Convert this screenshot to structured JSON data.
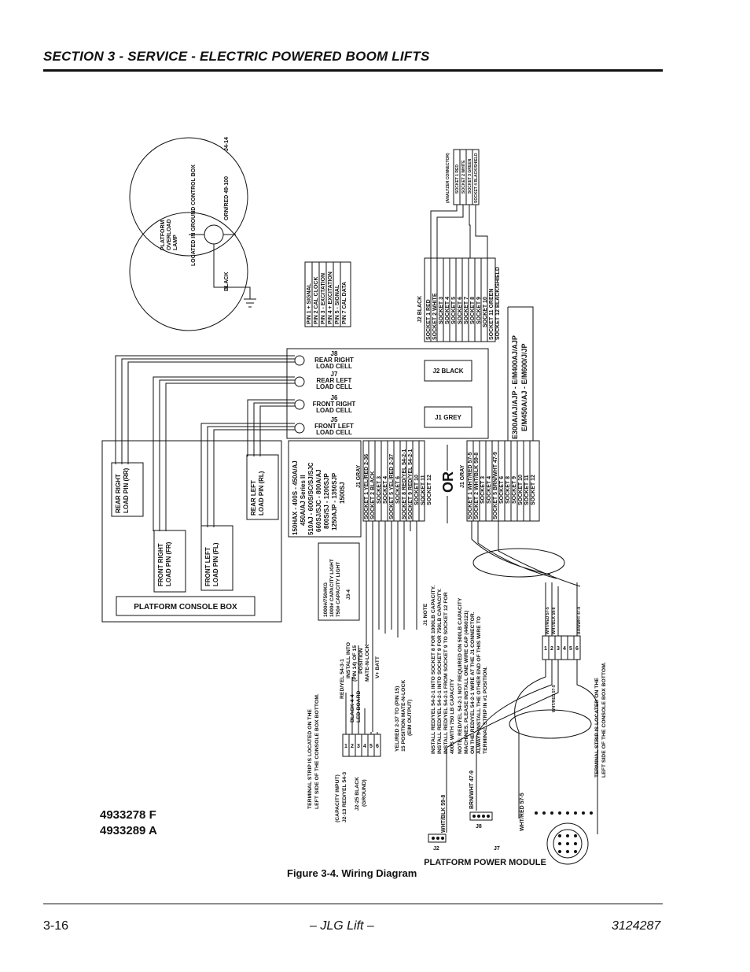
{
  "header": {
    "title": "SECTION 3 - SERVICE - ELECTRIC POWERED BOOM LIFTS"
  },
  "footer": {
    "page": "3-16",
    "brand": "– JLG Lift –",
    "doc": "3124287"
  },
  "caption": "Figure 3-4.  Wiring Diagram",
  "part_numbers": [
    "4933278 F",
    "4933289 A"
  ],
  "ground_box": {
    "title": "LOCATED IN GROUND CONTROL BOX",
    "lamp": [
      "PLATFORM",
      "OVERLOAD",
      "LAMP"
    ],
    "black": "BLACK",
    "orn": "ORN/RED 49-100",
    "ref": "J4-14"
  },
  "pin_table": [
    "PIN 1 + SIGNAL",
    "PIN 2 CAL CLOCK",
    "PIN 3 - EXCITATION",
    "PIN 4 + EXCITATION",
    "PIN 5 - SIGNAL",
    "PIN 7 CAL DATA"
  ],
  "analyzer": {
    "title": "(ANALYZER CONNECTOR)",
    "rows": [
      "SOCKET 1 RED",
      "SOCKET 2 WHITE",
      "SOCKET 3 GREEN",
      "SOCKET 4 BLACK/SHIELD"
    ]
  },
  "j2_table": {
    "title": "J2 BLACK",
    "rows": [
      "SOCKET 1 RED",
      "SOCKET 2 WHITE",
      "SOCKET 3",
      "SOCKET 4",
      "SOCKET 5",
      "SOCKET 6",
      "SOCKET 7",
      "SOCKET 8",
      "SOCKET 9",
      "SOCKET 10",
      "SOCKET 11 GREEN",
      "SOCKET 12 BLACK/SHIELD"
    ]
  },
  "models_b": [
    "E300A/AJ/AJP - E/M400AJ/AJP",
    "E/M450A/AJ - E/M600/J/JP"
  ],
  "load_cells": [
    {
      "id": "J8",
      "label": [
        "REAR RIGHT",
        "LOAD CELL"
      ]
    },
    {
      "id": "J7",
      "label": [
        "REAR LEFT",
        "LOAD CELL"
      ]
    },
    {
      "id": "J6",
      "label": [
        "FRONT RIGHT",
        "LOAD CELL"
      ]
    },
    {
      "id": "J5",
      "label": [
        "FRONT LEFT",
        "LOAD CELL"
      ]
    }
  ],
  "module_boxes": {
    "j2": "J2 BLACK",
    "j1": "J1 GREY"
  },
  "console": {
    "title": "PLATFORM CONSOLE BOX",
    "pins": [
      {
        "id": "rr",
        "label": [
          "REAR RIGHT",
          "LOAD PIN  (RR)"
        ]
      },
      {
        "id": "fr",
        "label": [
          "FRONT RIGHT",
          "LOAD PIN  (FR)"
        ]
      },
      {
        "id": "fl",
        "label": [
          "FRONT LEFT",
          "LOAD PIN  (FL)"
        ]
      },
      {
        "id": "rl",
        "label": [
          "REAR LEFT",
          "LOAD PIN  (RL)"
        ]
      }
    ]
  },
  "models_a": [
    "150HAX - 400S - 450A/AJ",
    "450A/AJ Series II",
    "510AJ - 600S/SC/SJ/SJC",
    "660SJ/SJC - 800A/AJ",
    "800S/SJ - 1200SJP",
    "1250AJP - 1350SJP",
    "1500SJ"
  ],
  "j1_a": {
    "title": "J1  GRAY",
    "rows": [
      "SOCKET 1 YEL/RED 2-36",
      "SOCKET 2 BLACK",
      "SOCKET 3",
      "SOCKET 4",
      "SOCKET 5 YEL/RED 2-37",
      "SOCKET 6",
      "SOCKET 8 RED/YEL 54-2-1",
      "SOCKET 9 RED/YEL 54-2-1",
      "SOCKET 10",
      "SOCKET 11",
      "SOCKET 12"
    ]
  },
  "or_label": "OR",
  "j1_b": {
    "title": "J1  GRAY",
    "rows": [
      "SOCKET 1 WHT/RED 57-5",
      "SOCKET 2 WHT/BLK 59-8",
      "SOCKET 3",
      "SOCKET 4",
      "SOCKET 5 BRN/WHT 47-9",
      "SOCKET 6",
      "SOCKET 8",
      "SOCKET 9",
      "SOCKET 10",
      "SOCKET 11",
      "SOCKET 12"
    ]
  },
  "capacity_box": [
    "1000#/750#KG",
    "1000# CAPACITY LIGHT",
    "750# CAPACITY LIGHT"
  ],
  "capacity_ref": "J3-4",
  "j1_note": {
    "title": "J1 NOTE",
    "lines": [
      "INSTALL RED/YEL 54-2-1 INTO SOCKET 8 FOR 1000LB CAPACITY.",
      "INSTALL RED/YEL 54-2-1 INTO SOCKET 9 FOR 750LB CAPACITY.",
      "INSTALL RED/YEL 54-2-1 FROM SOCKET 9 TO SOCKET 12 FOR",
      "400S WITH 750 LB CAPACITY",
      "NOTE: RED/YEL 54-2-1 NOT REQUIRED ON 500LB CAPACITY",
      "MACHINES. PLEASE INSTALL ONE WIRE CAP (4460121)",
      "ON THE RED/YEL 54-2-1 WIRE AT THE J1 CONNECTOR.",
      "ALWAYS INSTALL THE OTHER END OF THIS WIRE TO",
      "TERMINAL STRIP IN #1 POSITION."
    ]
  },
  "strip_left": {
    "note": [
      "TERMINAL STRIP IS LOCATED ON THE",
      "LEFT SIDE OF THE CONSOLE BOX BOTTOM."
    ],
    "cap_input": [
      "(CAPACITY INPUT)",
      "J2-13 RED/YEL 54-3"
    ],
    "ground": [
      "J2-25 BLACK",
      "(GROUND)"
    ],
    "black": [
      "BLACK 4-4",
      "LED BOARD"
    ],
    "redyel": "RED/YEL 54-3-1",
    "install": [
      "INSTALL INTO",
      "(PIN 14) OF 15",
      "POSITION",
      "MATE-N-LOCK"
    ],
    "vbatt": "V+ BATT",
    "yelred": [
      "YEL/RED 2-37 TO (PIN 15)",
      "15 POSITION MATE-N-LOCK",
      "(EIM OUTPUT)"
    ],
    "nums": [
      "1",
      "2",
      "3",
      "4",
      "5",
      "6"
    ]
  },
  "strip_right": {
    "note": [
      "TERMINAL STRIP IS LOCATED ON THE",
      "LEFT SIDE OF THE CONSOLE BOX BOTTOM."
    ],
    "wires": [
      "WHT/RED 57-5",
      "WHT/BLK 59-8",
      "BRN/WHT 47-9"
    ],
    "wire_left": "WHT/RED 57-5",
    "nums": [
      "1",
      "2",
      "3",
      "4",
      "5",
      "6"
    ]
  },
  "power_module": {
    "title": "PLATFORM POWER MODULE",
    "j2": "J2",
    "j8": "J8",
    "j7": "J7",
    "w_j2": "WHT/BLK 59-8",
    "w_j8": "BRN/WHT 47-9",
    "w_j7": "WHT/RED 57-5"
  }
}
